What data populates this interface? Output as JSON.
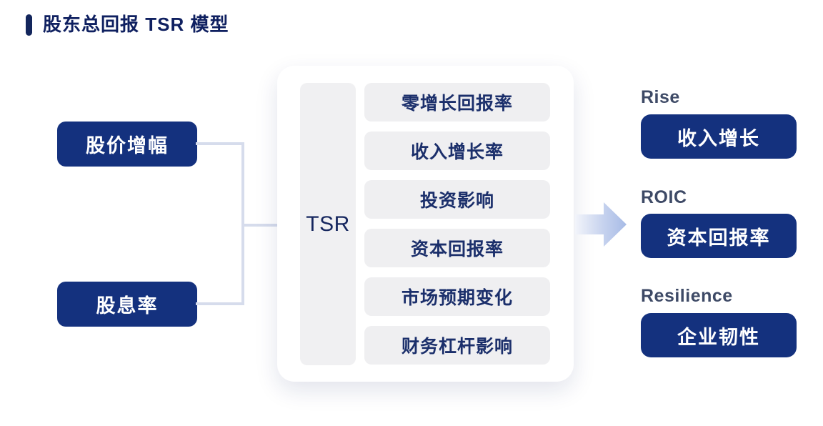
{
  "title": {
    "text": "股东总回报 TSR 模型"
  },
  "inputs": [
    {
      "label": "股价增幅"
    },
    {
      "label": "股息率"
    }
  ],
  "tsr": {
    "label": "TSR",
    "components": [
      "零增长回报率",
      "收入增长率",
      "投资影响",
      "资本回报率",
      "市场预期变化",
      "财务杠杆影响"
    ]
  },
  "outputs": [
    {
      "caption": "Rise",
      "label": "收入增长"
    },
    {
      "caption": "ROIC",
      "label": "资本回报率"
    },
    {
      "caption": "Resilience",
      "label": "企业韧性"
    }
  ],
  "icons": {
    "flow_arrow": "right-arrow"
  },
  "colors": {
    "node_navy": "#14317e",
    "title_text": "#0f2060",
    "title_marker": "#13265c",
    "component_bg": "#efeff1",
    "component_text": "#1b2f6b",
    "tsr_panel_bg": "#f0f0f2",
    "caption_text": "#3e4a66",
    "connector": "#d6dcec",
    "arrow_gradient_start": "#f2f4fa",
    "arrow_gradient_end": "#a7bbe6",
    "card_bg": "#ffffff"
  }
}
